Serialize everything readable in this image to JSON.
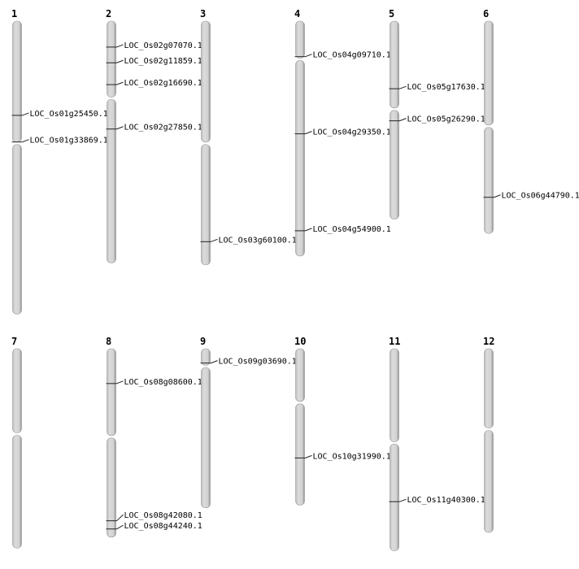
{
  "title": "Chromosome gene location map",
  "scale_unit": "Mb",
  "colors": {
    "chromosome_fill": "#d4d4d4",
    "chromosome_edge": "#8a8a8a",
    "marker": "#222222"
  },
  "chromosomes": [
    {
      "name": "1",
      "length": 42.9,
      "centromere": 17.9,
      "genes": [
        {
          "id": "LOC_Os01g25450.1",
          "pos": 13.8
        },
        {
          "id": "LOC_Os01g33869.1",
          "pos": 17.7
        }
      ]
    },
    {
      "name": "2",
      "length": 35.4,
      "centromere": 11.3,
      "genes": [
        {
          "id": "LOC_Os02g07070.1",
          "pos": 3.8
        },
        {
          "id": "LOC_Os02g11859.1",
          "pos": 6.1
        },
        {
          "id": "LOC_Os02g16690.1",
          "pos": 9.3
        },
        {
          "id": "LOC_Os02g27850.1",
          "pos": 15.8
        }
      ]
    },
    {
      "name": "3",
      "length": 35.7,
      "centromere": 17.9,
      "genes": [
        {
          "id": "LOC_Os03g60100.1",
          "pos": 32.3
        }
      ]
    },
    {
      "name": "4",
      "length": 34.4,
      "centromere": 5.6,
      "genes": [
        {
          "id": "LOC_Os04g09710.1",
          "pos": 5.2
        },
        {
          "id": "LOC_Os04g29350.1",
          "pos": 16.5
        },
        {
          "id": "LOC_Os04g54900.1",
          "pos": 30.7
        }
      ]
    },
    {
      "name": "5",
      "length": 29.0,
      "centromere": 12.9,
      "genes": [
        {
          "id": "LOC_Os05g17630.1",
          "pos": 9.9
        },
        {
          "id": "LOC_Os05g26290.1",
          "pos": 14.6
        }
      ]
    },
    {
      "name": "6",
      "length": 31.1,
      "centromere": 15.4,
      "genes": [
        {
          "id": "LOC_Os06g44790.1",
          "pos": 25.8
        }
      ]
    },
    {
      "name": "7",
      "length": 29.2,
      "centromere": 12.5,
      "genes": []
    },
    {
      "name": "8",
      "length": 27.6,
      "centromere": 12.9,
      "genes": [
        {
          "id": "LOC_Os08g08600.1",
          "pos": 5.1
        },
        {
          "id": "LOC_Os08g42080.1",
          "pos": 25.2
        },
        {
          "id": "LOC_Os08g44240.1",
          "pos": 26.4
        }
      ]
    },
    {
      "name": "9",
      "length": 23.3,
      "centromere": 2.6,
      "genes": [
        {
          "id": "LOC_Os09g03690.1",
          "pos": 2.1
        }
      ]
    },
    {
      "name": "10",
      "length": 22.9,
      "centromere": 7.9,
      "genes": [
        {
          "id": "LOC_Os10g31990.1",
          "pos": 16.0
        }
      ]
    },
    {
      "name": "11",
      "length": 29.6,
      "centromere": 13.8,
      "genes": [
        {
          "id": "LOC_Os11g40300.1",
          "pos": 22.4
        }
      ]
    },
    {
      "name": "12",
      "length": 26.9,
      "centromere": 11.8,
      "genes": []
    }
  ]
}
